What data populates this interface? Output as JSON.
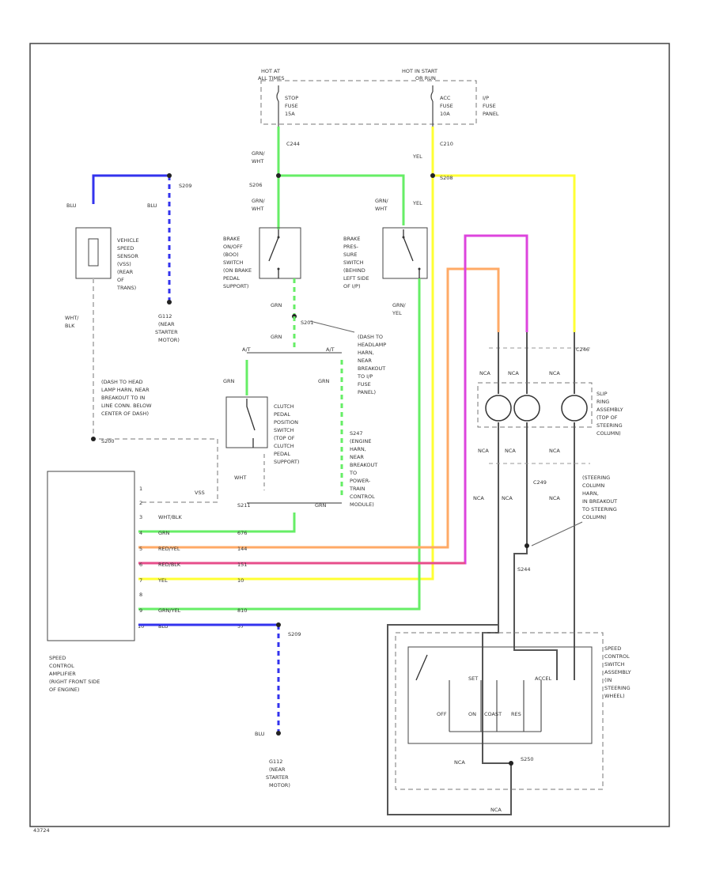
{
  "colors": {
    "blu": "#3333ee",
    "grn": "#66ee66",
    "yel": "#ffff33",
    "orange": "#ffaa66",
    "red": "#ee5555",
    "magenta": "#dd44dd",
    "gray": "#555555",
    "frame": "#444444"
  },
  "fuse_panel": {
    "hot_at_all_times": [
      "HOT AT",
      "ALL TIMES"
    ],
    "hot_in_start": [
      "HOT IN START",
      "OR RUN"
    ],
    "stop_fuse": [
      "STOP",
      "FUSE",
      "15A"
    ],
    "acc_fuse": [
      "ACC",
      "FUSE",
      "10A"
    ],
    "panel_label": [
      "I/P",
      "FUSE",
      "PANEL"
    ]
  },
  "wires_top": {
    "grn_wht_1": [
      "GRN/",
      "WHT"
    ],
    "yel_1": "YEL",
    "c244": "C244",
    "c210": "C210",
    "s206": "S206",
    "s208": "S208",
    "grn_wht_2": [
      "GRN/",
      "WHT"
    ],
    "grn_wht_3": [
      "GRN/",
      "WHT"
    ],
    "yel_2": "YEL"
  },
  "vss": {
    "blu_left": "BLU",
    "blu_right": "BLU",
    "s209": "S209",
    "label": [
      "VEHICLE",
      "SPEED",
      "SENSOR",
      "(VSS)",
      "(REAR",
      "OF",
      "TRANS)"
    ],
    "g112": [
      "G112",
      "(NEAR",
      "STARTER",
      "MOTOR)"
    ],
    "wht_blk": [
      "WHT/",
      "BLK"
    ]
  },
  "brake_switch": [
    "BRAKE",
    "ON/OFF",
    "(BOO)",
    "SWITCH",
    "(ON BRAKE",
    "PEDAL",
    "SUPPORT)"
  ],
  "brake_press_switch": [
    "BRAKE",
    "PRES-",
    "SURE",
    "SWITCH",
    "(BEHIND",
    "LEFT SIDE",
    "OF I/P)"
  ],
  "grn_yel_mid": [
    "GRN/",
    "YEL"
  ],
  "grn_a": "GRN",
  "grn_b": "GRN",
  "s201": "S201",
  "dash_headlamp": [
    "(DASH TO",
    "HEADLAMP",
    "HARN,",
    "NEAR",
    "BREAKOUT",
    "TO I/P",
    "FUSE",
    "PANEL)"
  ],
  "dash_lamp_harn": [
    "(DASH TO HEAD",
    "LAMP HARN, NEAR",
    "BREAKOUT TO IN",
    "LINE CONN. BELOW",
    "CENTER OF DASH)"
  ],
  "s200": "S200",
  "clutch": {
    "grn_l": "GRN",
    "grn_r": "GRN",
    "label": [
      "CLUTCH",
      "PEDAL",
      "POSITION",
      "SWITCH",
      "(TOP OF",
      "CLUTCH",
      "PEDAL",
      "SUPPORT)"
    ],
    "wht": "WHT",
    "s211": "S211",
    "grn_bottom": "GRN",
    "pin_l": "A/T",
    "pin_r": "A/T"
  },
  "s247": [
    "S247",
    "(ENGINE",
    "HARN,",
    "NEAR",
    "BREAKOUT",
    "TO",
    "POWER-",
    "TRAIN",
    "CONTROL",
    "MODULE)"
  ],
  "amplifier": {
    "label": [
      "SPEED",
      "CONTROL",
      "AMPLIFIER",
      "(RIGHT FRONT SIDE",
      "OF ENGINE)"
    ],
    "vss_tag": "VSS",
    "pins": [
      "1",
      "2",
      "3",
      "4",
      "5",
      "6",
      "7",
      "8",
      "9",
      "10"
    ],
    "wire_names": [
      "WHT/BLK",
      "GRN",
      "RED/YEL",
      "RED/BLK",
      "YEL",
      "GRN/YEL",
      "BLU"
    ],
    "circuit_ids": [
      "676",
      "144",
      "151",
      "10",
      "810",
      "57"
    ]
  },
  "s209_lower": "S209",
  "g112_lower": [
    "G112",
    "(NEAR",
    "STARTER",
    "MOTOR)"
  ],
  "blu_lower": "BLU",
  "slip_ring": {
    "c246": "C246",
    "nca": [
      "NCA",
      "NCA",
      "NCA"
    ],
    "label": [
      "SLIP",
      "RING",
      "ASSEMBLY",
      "(TOP OF",
      "STEERING",
      "COLUMN)"
    ],
    "nca_lower": [
      "NCA",
      "NCA",
      "NCA"
    ]
  },
  "steering_col": {
    "c249": "C249",
    "nca": [
      "NCA",
      "NCA",
      "NCA"
    ],
    "label": [
      "(STEERING",
      "COLUMN",
      "HARN,",
      "IN BREAKOUT",
      "TO STEERING",
      "COLUMN)"
    ],
    "s244": "S244"
  },
  "switch_asm": {
    "label": [
      "SPEED",
      "CONTROL",
      "SWITCH",
      "ASSEMBLY",
      "(IN",
      "STEERING",
      "WHEEL)"
    ],
    "pins": [
      "OFF",
      "ON",
      "SET",
      "COAST",
      "RES",
      "ACCEL"
    ],
    "nca": "NCA",
    "nca2": "NCA",
    "s250": "S250"
  },
  "page_number": "43724"
}
